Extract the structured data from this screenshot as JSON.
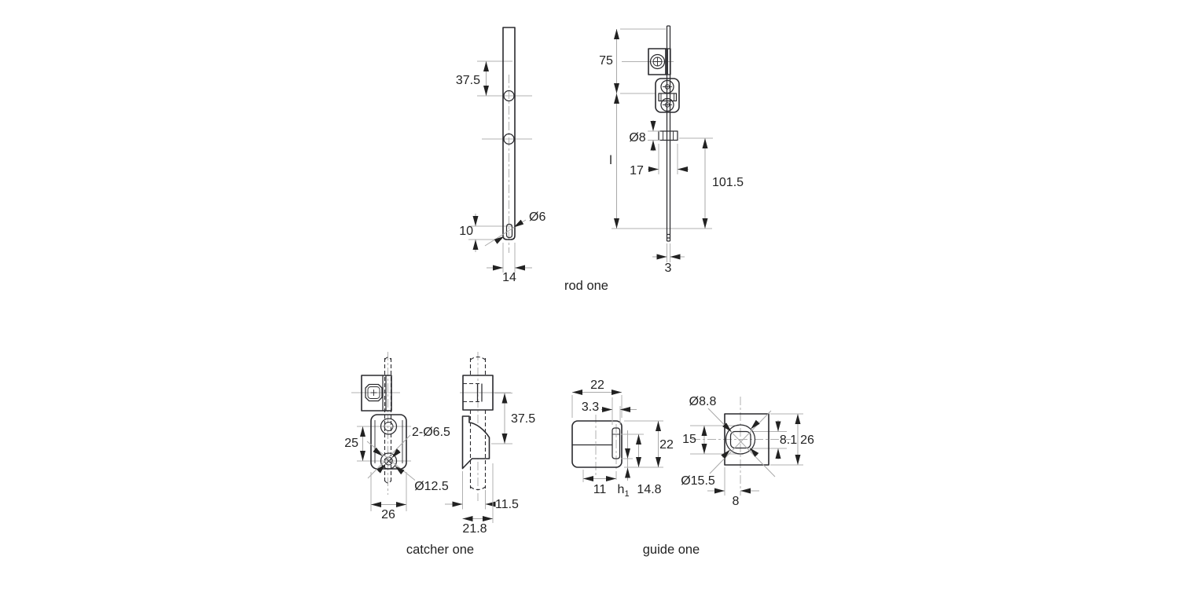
{
  "figure": {
    "background": "#ffffff",
    "line_color": "#2a2a2e",
    "thin_line_color": "#b0b0b0",
    "text_color": "#232323"
  },
  "rod": {
    "caption": "rod one",
    "front_view": {
      "hole_spacing": "37.5",
      "slot_offset": "10",
      "width": "14",
      "slot_diameter": "Ø6"
    },
    "side_view": {
      "head_length": "75",
      "overall_length": "l",
      "collar_diameter": "Ø8",
      "collar_length": "17",
      "tail_length": "101.5",
      "rod_diameter": "3"
    }
  },
  "catcher": {
    "caption": "catcher one",
    "front_view": {
      "hole_spacing": "25",
      "hole_diameters": "2-Ø6.5",
      "boss_diameter": "Ø12.5",
      "width": "26"
    },
    "side_view": {
      "block_offset": "37.5",
      "hook_depth": "11.5",
      "total_depth": "21.8"
    }
  },
  "guide": {
    "caption": "guide one",
    "side_view": {
      "width": "22",
      "slot_width": "3.3",
      "base_width": "11",
      "slot_depth_label": "h",
      "slot_depth_sub": "1",
      "lower_height": "14.8",
      "height": "22"
    },
    "front_view": {
      "hole_diameter": "Ø8.8",
      "hole_height": "15",
      "bore_diameter": "Ø15.5",
      "inner_height": "8.1",
      "height": "26",
      "center_offset": "8"
    }
  }
}
